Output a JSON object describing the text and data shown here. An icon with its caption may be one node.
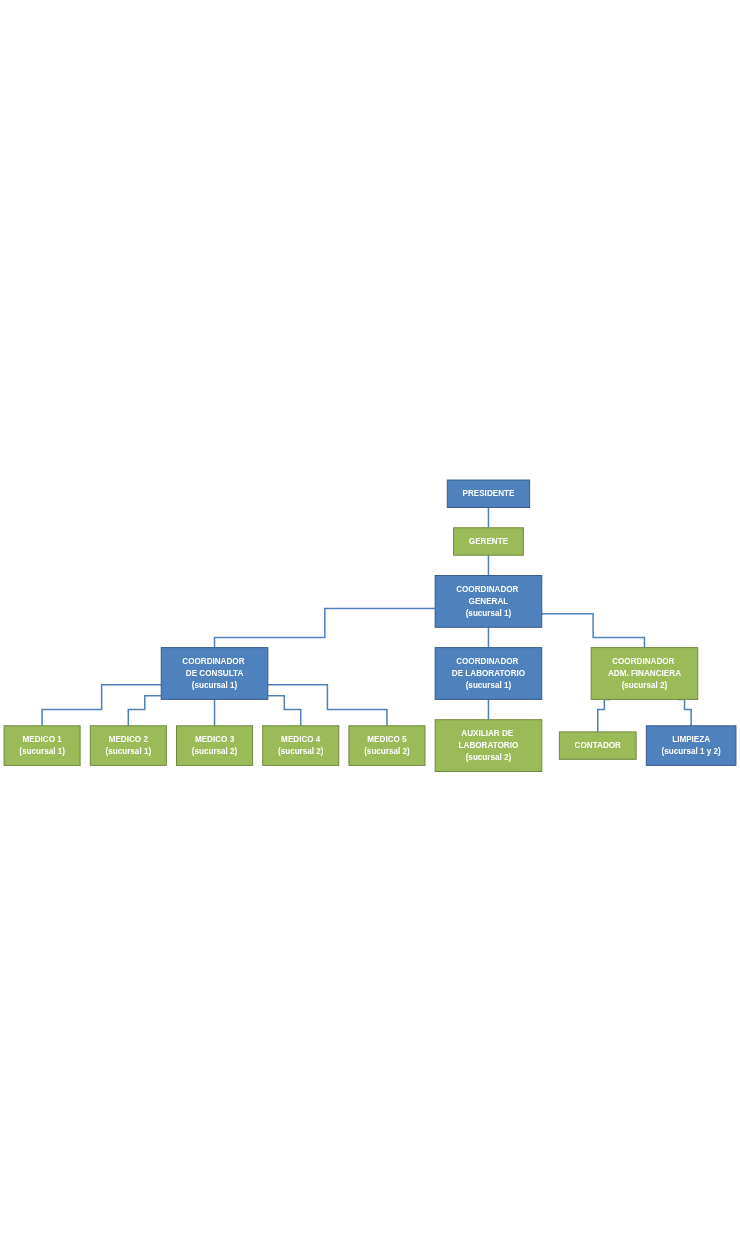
{
  "diagram": {
    "nodes": [
      {
        "text": [
          "PRESIDENTE"
        ]
      },
      {
        "text": [
          "GERENTE"
        ]
      },
      {
        "text": [
          "COORDINADOR GENERAL",
          "(sucursal 1)"
        ]
      },
      {
        "text": [
          "COORDINADOR DE CONSULTA",
          "(sucursal 1)"
        ]
      },
      {
        "text": [
          "COORDINADOR DE LABORATORIO",
          "(sucursal 1)"
        ]
      },
      {
        "text": [
          "COORDINADOR ADM. FINANCIERA",
          "(sucursal 2)"
        ]
      },
      {
        "text": [
          "MEDICO 1",
          "(sucursal 1)"
        ]
      },
      {
        "text": [
          "MEDICO 2",
          "(sucursal 1)"
        ]
      },
      {
        "text": [
          "MEDICO 3",
          "(sucursal 2)"
        ]
      },
      {
        "text": [
          "MEDICO 4",
          "(sucursal 2)"
        ]
      },
      {
        "text": [
          "MEDICO 5",
          "(sucursal 2)"
        ]
      },
      {
        "text": [
          "AUXILIAR DE LABORATORIO",
          "(sucursal 2)"
        ]
      },
      {
        "text": [
          "CONTADOR"
        ]
      },
      {
        "text": [
          "LIMPIEZA",
          "(sucursal 1 y 2)"
        ]
      }
    ],
    "edges": [
      {
        "from": 0,
        "to": 1,
        "arrow": "none"
      },
      {
        "from": 1,
        "to": 2,
        "arrow": "none"
      },
      {
        "from": 2,
        "to": 3,
        "arrow": "none"
      },
      {
        "from": 2,
        "to": 4,
        "arrow": "none"
      },
      {
        "from": 2,
        "to": 5,
        "arrow": "none"
      },
      {
        "from": 3,
        "to": 6,
        "arrow": "none"
      },
      {
        "from": 3,
        "to": 7,
        "arrow": "none"
      },
      {
        "from": 3,
        "to": 8,
        "arrow": "none"
      },
      {
        "from": 3,
        "to": 9,
        "arrow": "none"
      },
      {
        "from": 3,
        "to": 10,
        "arrow": "none"
      },
      {
        "from": 4,
        "to": 11,
        "arrow": "none"
      },
      {
        "from": 5,
        "to": 12,
        "arrow": "none"
      },
      {
        "from": 5,
        "to": 13,
        "arrow": "none"
      }
    ]
  }
}
